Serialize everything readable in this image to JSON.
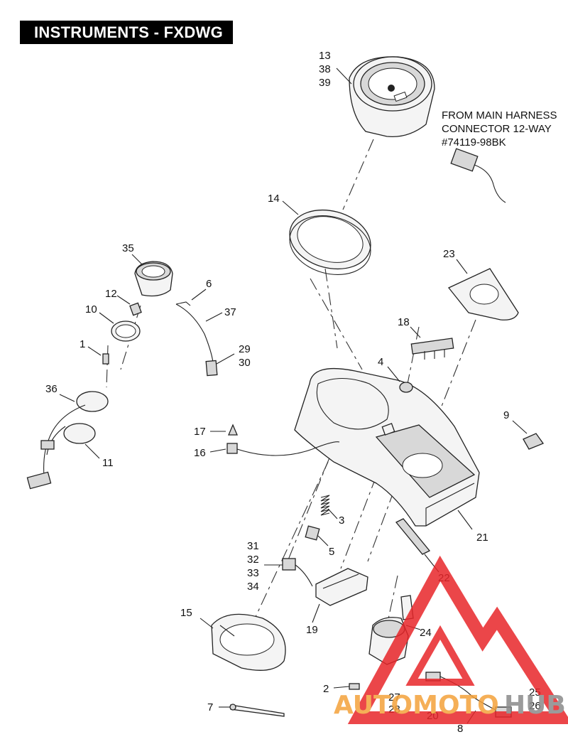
{
  "title": "INSTRUMENTS - FXDWG",
  "harness_note": [
    "FROM MAIN HARNESS",
    "CONNECTOR 12-WAY",
    "#74119-98BK"
  ],
  "labels": {
    "p13": "13",
    "p38": "38",
    "p39": "39",
    "p14": "14",
    "p35": "35",
    "p12": "12",
    "p10": "10",
    "p6": "6",
    "p37": "37",
    "p1": "1",
    "p29": "29",
    "p30": "30",
    "p36": "36",
    "p11": "11",
    "p23": "23",
    "p18": "18",
    "p4": "4",
    "p9": "9",
    "p17": "17",
    "p16": "16",
    "p3": "3",
    "p5": "5",
    "p21": "21",
    "p31": "31",
    "p32": "32",
    "p33": "33",
    "p34": "34",
    "p22": "22",
    "p19": "19",
    "p15": "15",
    "p24": "24",
    "p2": "2",
    "p27": "27",
    "p28": "28",
    "p20": "20",
    "p25": "25",
    "p26": "26",
    "p7": "7",
    "p8": "8"
  },
  "watermark": {
    "part1": "AUTOMOTO",
    "part2": "HUB",
    "color_orange": "#f4a23a",
    "color_red": "#e8262a",
    "color_gray": "#8a8a8a"
  }
}
